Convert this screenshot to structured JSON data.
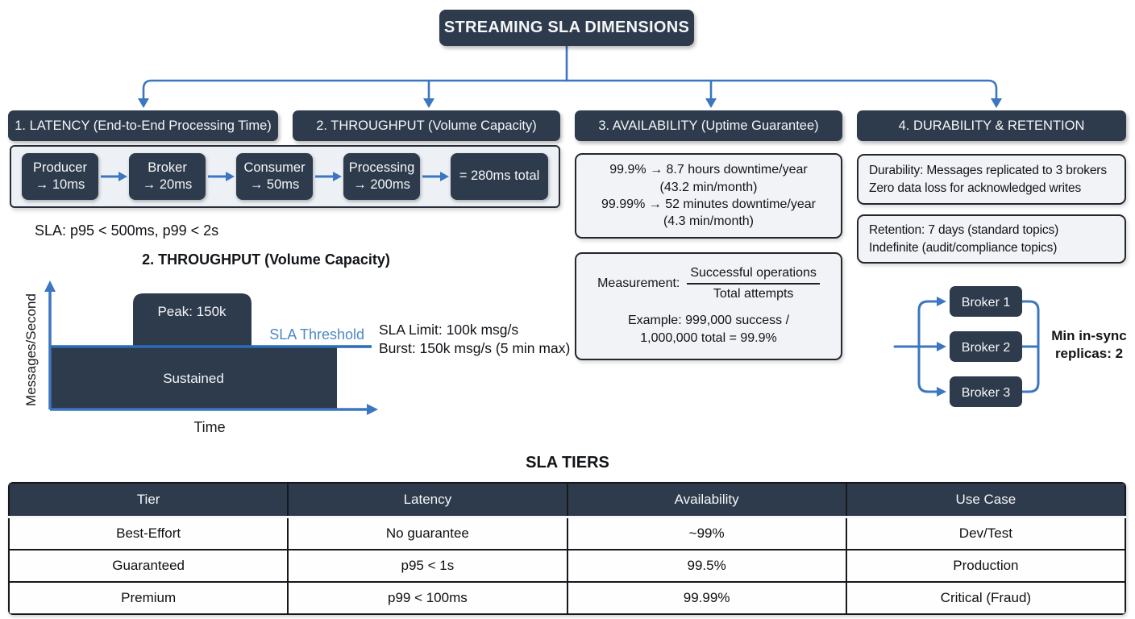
{
  "title": "STREAMING SLA DIMENSIONS",
  "branches": [
    "1. LATENCY (End-to-End Processing Time)",
    "2. THROUGHPUT (Volume Capacity)",
    "3. AVAILABILITY (Uptime Guarantee)",
    "4. DURABILITY & RETENTION"
  ],
  "latency": {
    "flow": [
      {
        "line1": "Producer",
        "line2": "→ 10ms"
      },
      {
        "line1": "Broker",
        "line2": "→ 20ms"
      },
      {
        "line1": "Consumer",
        "line2": "→ 50ms"
      },
      {
        "line1": "Processing",
        "line2": "→ 200ms"
      }
    ],
    "total": "= 280ms total",
    "sla_note": "SLA: p95 < 500ms, p99 < 2s"
  },
  "chart_data": {
    "type": "area",
    "title": "2. THROUGHPUT (Volume Capacity)",
    "xlabel": "Time",
    "ylabel": "Messages/Second",
    "threshold": {
      "label": "SLA Threshold",
      "value_msgs_per_s": 100000
    },
    "regions": [
      {
        "name": "Peak: 150k",
        "value_msgs_per_s": 150000,
        "position": "temporary burst above threshold"
      },
      {
        "name": "Sustained",
        "value_msgs_per_s": 100000,
        "position": "steady load at threshold"
      }
    ],
    "annotations": [
      "SLA Limit: 100k msg/s",
      "Burst: 150k msg/s (5 min max)"
    ],
    "legend_position": "none",
    "grid": false
  },
  "availability": {
    "uptime_lines": [
      "99.9% → 8.7 hours downtime/year",
      "(43.2 min/month)",
      "99.99% → 52 minutes downtime/year",
      "(4.3 min/month)"
    ],
    "measurement_label": "Measurement:",
    "fraction_numerator": "Successful operations",
    "fraction_denominator": "Total attempts",
    "example_line1": "Example: 999,000 success /",
    "example_line2": "1,000,000 total = 99.9%"
  },
  "durability": {
    "durability_line1": "Durability: Messages replicated to 3 brokers",
    "durability_line2": "Zero data loss for acknowledged writes",
    "retention_line1": "Retention: 7 days (standard topics)",
    "retention_line2": "Indefinite (audit/compliance topics)",
    "brokers": [
      "Broker 1",
      "Broker 2",
      "Broker 3"
    ],
    "replicas_note_line1": "Min in-sync",
    "replicas_note_line2": "replicas: 2"
  },
  "sla_tiers": {
    "title": "SLA TIERS",
    "columns": [
      "Tier",
      "Latency",
      "Availability",
      "Use Case"
    ],
    "rows": [
      [
        "Best-Effort",
        "No guarantee",
        "~99%",
        "Dev/Test"
      ],
      [
        "Guaranteed",
        "p95 < 1s",
        "99.5%",
        "Production"
      ],
      [
        "Premium",
        "p99 < 100ms",
        "99.99%",
        "Critical (Fraud)"
      ]
    ]
  },
  "colors": {
    "box_dark": "#2e3b4c",
    "accent_blue": "#3b76c0",
    "threshold_blue": "#2a6cb5",
    "threshold_label_blue": "#4e88c4",
    "panel_bg": "#edf1f6",
    "info_bg": "#f1f3f7"
  }
}
